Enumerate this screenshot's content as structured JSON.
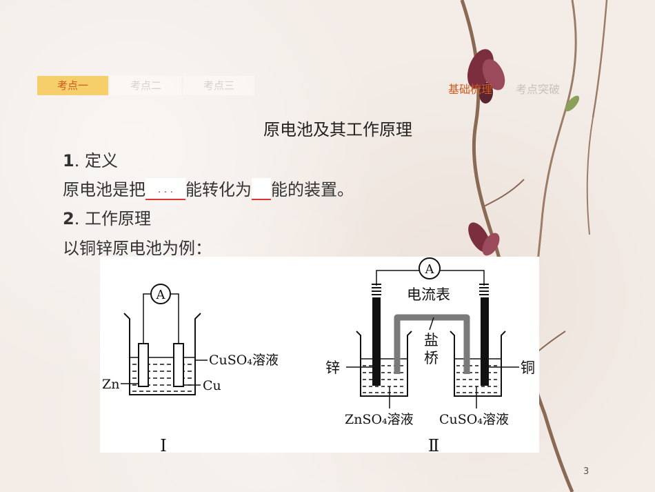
{
  "tabs": [
    {
      "label": "考点一",
      "active": true
    },
    {
      "label": "考点二",
      "active": false
    },
    {
      "label": "考点三",
      "active": false
    }
  ],
  "right_links": {
    "basic": "基础梳理",
    "breakthrough": "考点突破"
  },
  "title": "原电池及其工作原理",
  "section1": {
    "num": "1",
    "heading": ". 定义"
  },
  "definition": {
    "part1": "原电池是把",
    "blank1": ". . .",
    "part2": "能转化为",
    "blank2": "",
    "part3": "能的装置。"
  },
  "section2": {
    "num": "2",
    "heading": ". 工作原理"
  },
  "example": "以铜锌原电池为例：",
  "figure": {
    "ammeter_symbol": "A",
    "cell1": {
      "electrolyte": "CuSO₄溶液",
      "left_electrode": "Zn",
      "right_electrode": "Cu",
      "numeral": "Ⅰ"
    },
    "cell2": {
      "ammeter_label": "电流表",
      "salt_bridge_1": "盐",
      "salt_bridge_2": "桥",
      "left_electrode": "锌",
      "right_electrode": "铜",
      "left_solution": "ZnSO₄溶液",
      "right_solution": "CuSO₄溶液",
      "numeral": "Ⅱ"
    }
  },
  "page_number": "3",
  "colors": {
    "tab_active_bg": "#f6cf6a",
    "tab_active_text": "#d05a1e",
    "accent_red": "#d33",
    "link_orange": "#d05a1e"
  }
}
